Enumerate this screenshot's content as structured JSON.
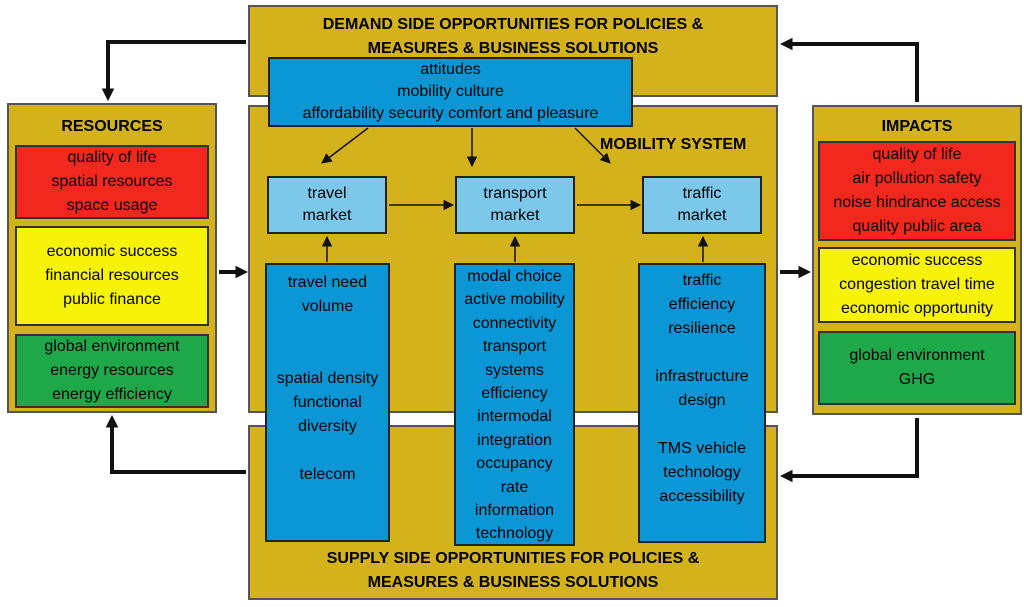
{
  "demand_panel": {
    "title_line1": "DEMAND SIDE OPPORTUNITIES FOR POLICIES &",
    "title_line2": "MEASURES & BUSINESS SOLUTIONS"
  },
  "demand_box": {
    "line1": "attitudes",
    "line2": "mobility culture",
    "line3": "affordability  security  comfort and pleasure"
  },
  "supply_panel": {
    "title_line1": "SUPPLY SIDE OPPORTUNITIES FOR POLICIES &",
    "title_line2": "MEASURES & BUSINESS SOLUTIONS"
  },
  "mobility_system": {
    "title": "MOBILITY SYSTEM"
  },
  "resources": {
    "title": "RESOURCES",
    "red": [
      "quality of life",
      "spatial resources",
      "space usage"
    ],
    "yellow": [
      "economic success",
      "financial resources",
      "public finance"
    ],
    "green": [
      "global environment",
      "energy resources",
      "energy efficiency"
    ]
  },
  "impacts": {
    "title": "IMPACTS",
    "red": [
      "quality of life",
      "air pollution  safety",
      "noise hindrance  access",
      "quality public area"
    ],
    "yellow": [
      "economic success",
      "congestion  travel time",
      "economic opportunity"
    ],
    "green": [
      "global environment",
      "GHG"
    ]
  },
  "markets": {
    "travel": [
      "travel",
      "market"
    ],
    "transport": [
      "transport",
      "market"
    ],
    "traffic": [
      "traffic",
      "market"
    ]
  },
  "columns": {
    "travel": [
      "travel need",
      "volume",
      "",
      "",
      "spatial density",
      "functional",
      "diversity",
      "",
      "telecom"
    ],
    "transport": [
      "modal choice",
      "active mobility",
      "connectivity",
      "transport",
      "systems",
      "efficiency",
      "intermodal",
      "integration",
      "occupancy",
      "rate",
      "information",
      "technology"
    ],
    "traffic": [
      "traffic",
      "efficiency",
      "resilience",
      "",
      "infrastructure",
      "design",
      "",
      "TMS  vehicle",
      "technology",
      "accessibility"
    ]
  },
  "colors": {
    "gold": "#d3b21c",
    "blue": "#0b96d6",
    "light_blue": "#7cc8ea",
    "red": "#f2281e",
    "yellow": "#f7f20a",
    "green": "#1fa84a"
  }
}
